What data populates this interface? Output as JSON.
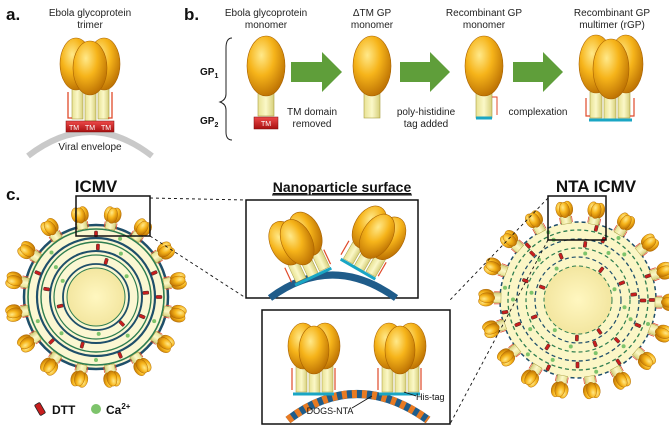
{
  "panel_a": {
    "letter": "a.",
    "title_line1": "Ebola glycoprotein",
    "title_line2": "trimer",
    "tm_labels": [
      "TM",
      "TM",
      "TM"
    ],
    "envelope_label": "Viral envelope"
  },
  "panel_b": {
    "letter": "b.",
    "gp1": "GP",
    "gp1_sub": "1",
    "gp2": "GP",
    "gp2_sub": "2",
    "stages": [
      {
        "line1": "Ebola glycoprotein",
        "line2": "monomer"
      },
      {
        "line1": "ΔTM GP",
        "line2": "monomer"
      },
      {
        "line1": "Recombinant GP",
        "line2": "monomer"
      },
      {
        "line1": "Recombinant GP",
        "line2": "multimer (rGP)"
      }
    ],
    "tm_label": "TM",
    "steps": [
      {
        "line1": "TM domain",
        "line2": "removed"
      },
      {
        "line1": "poly-histidine",
        "line2": "tag added"
      },
      {
        "line1": "complexation",
        "line2": ""
      }
    ]
  },
  "panel_c": {
    "letter": "c.",
    "icmv_title": "ICMV",
    "np_title": "Nanoparticle surface",
    "nta_title": "NTA ICMV",
    "dogs_label": "DOGS-NTA",
    "histag_label": "His-tag",
    "legend_dtt": "DTT",
    "legend_ca": "Ca",
    "legend_ca_sup": "2+"
  },
  "colors": {
    "gp_body": "#f2a60d",
    "gp_stem": "#f3f0a8",
    "tm_red": "#d62020",
    "his_tag": "#1aa6c4",
    "lipid_blue": "#1f5c8a",
    "bilayer_green": "#2e7d4f",
    "arrow_green": "#5f9e3a",
    "dtt_red": "#c81e1e",
    "ca_green": "#7dc36b",
    "dogs_orange": "#e87a22"
  }
}
